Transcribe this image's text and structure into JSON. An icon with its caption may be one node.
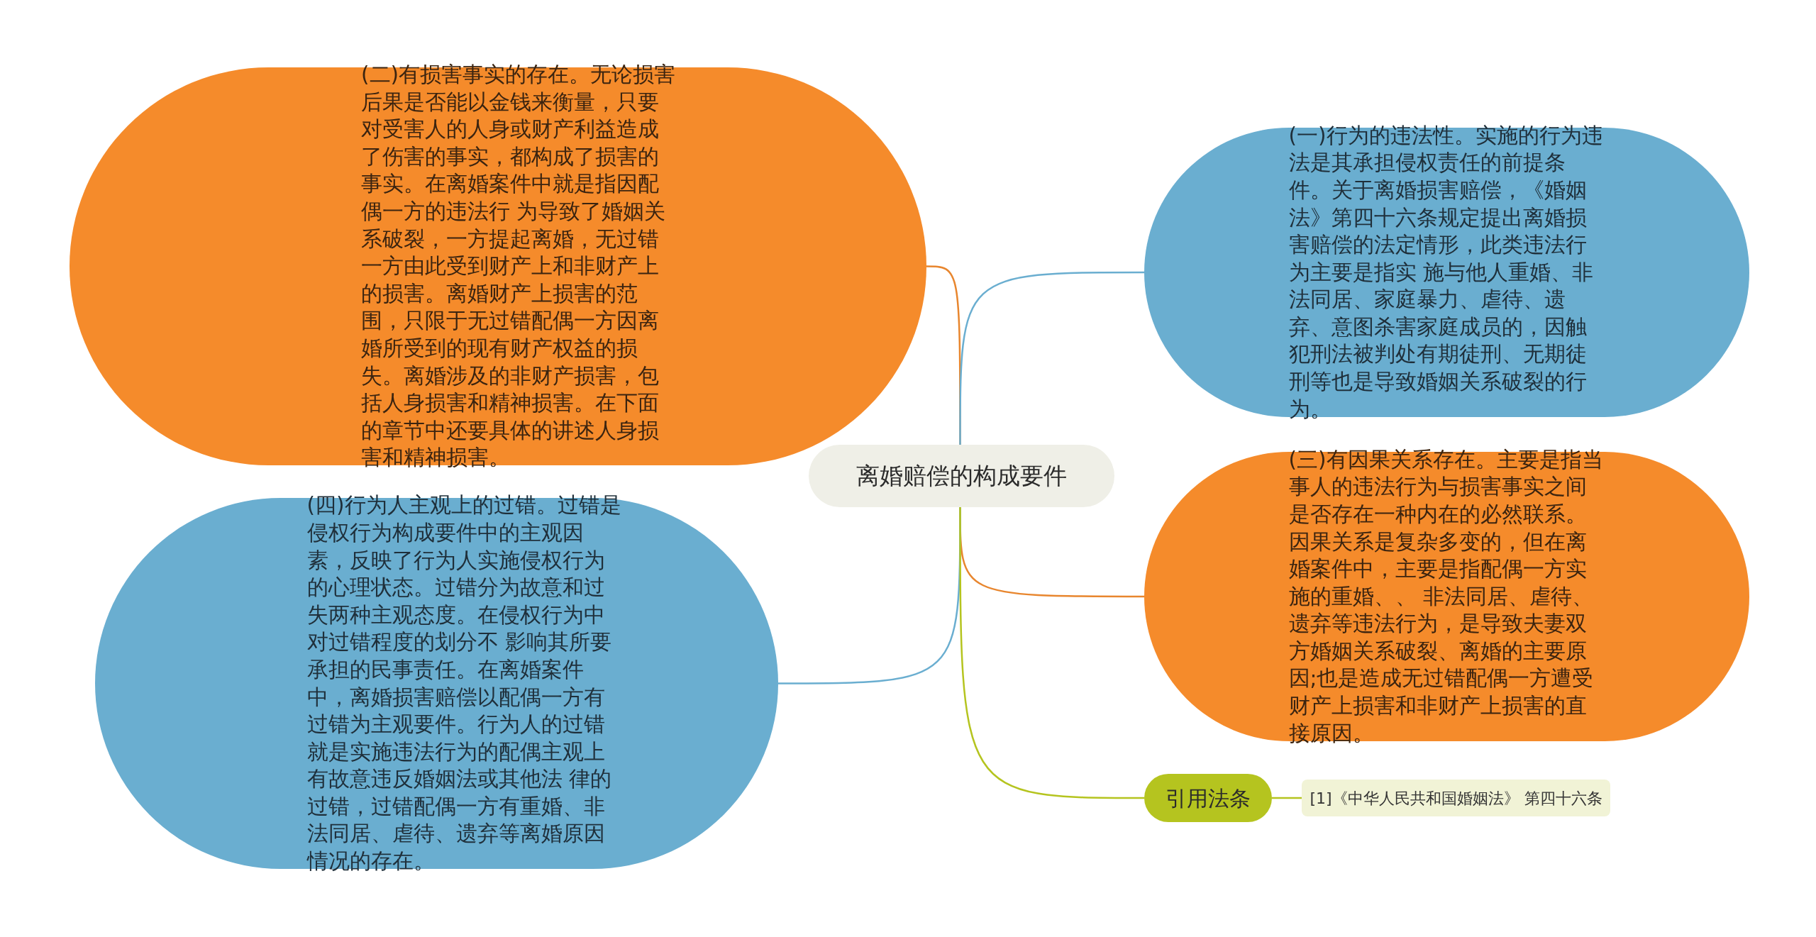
{
  "diagram": {
    "nodes": [
      {
        "text": [
          "离婚赔偿的构成要件"
        ]
      },
      {
        "text": [
          "(二)有损害事实的存在。无论损害后果是否能以金钱来衡量，只要对受害人的人身或财产利益造成了伤害的事实，都构成了损害的事实。在离婚案件中就是指因配偶一方的违法行 为导致了婚姻关系破裂，一方提起离婚，无过错一方由此受到财产上和非财产上的损害。离婚财产上损害的范围，只限于无过错配偶一方因离婚所受到的现有财产权益的损失。离婚涉及的非财产损害，包括人身损害和精神损害。在下面的章节中还要具体的讲述人身损害和精神损害。"
        ]
      },
      {
        "text": [
          "(一)行为的违法性。实施的行为违法是其承担侵权责任的前提条件。关于离婚损害赔偿，《婚姻法》第四十六条规定提出离婚损害赔偿的法定情形，此类违法行为主要是指实 施与他人重婚、非法同居、家庭暴力、虐待、遗弃、意图杀害家庭成员的，因触犯刑法被判处有期徒刑、无期徒刑等也是导致婚姻关系破裂的行为。"
        ]
      },
      {
        "text": [
          "(三)有因果关系存在。主要是指当事人的违法行为与损害事实之间是否存在一种内在的必然联系。因果关系是复杂多变的，但在离婚案件中，主要是指配偶一方实施的重婚、、 非法同居、虐待、遗弃等违法行为，是导致夫妻双方婚姻关系破裂、离婚的主要原因;也是造成无过错配偶一方遭受财产上损害和非财产上损害的直接原因。"
        ]
      },
      {
        "text": [
          "(四)行为人主观上的过错。过错是侵权行为构成要件中的主观因素，反映了行为人实施侵权行为的心理状态。过错分为故意和过失两种主观态度。在侵权行为中对过错程度的划分不 影响其所要承担的民事责任。在离婚案件中，离婚损害赔偿以配偶一方有过错为主观要件。行为人的过错就是实施违法行为的配偶主观上有故意违反婚姻法或其他法 律的过错，过错配偶一方有重婚、非法同居、虐待、遗弃等离婚原因情况的存在。"
        ]
      },
      {
        "text": [
          "引用法条"
        ]
      },
      {
        "text": [
          "[1]《中华人民共和国婚姻法》 第四十六条"
        ]
      }
    ],
    "edges": [
      {
        "from": 0,
        "to": 1,
        "arrow": "none",
        "color": "#e8862e"
      },
      {
        "from": 0,
        "to": 2,
        "arrow": "none",
        "color": "#6aaed0"
      },
      {
        "from": 0,
        "to": 3,
        "arrow": "none",
        "color": "#e8862e"
      },
      {
        "from": 0,
        "to": 4,
        "arrow": "none",
        "color": "#6aaed0"
      },
      {
        "from": 0,
        "to": 5,
        "arrow": "none",
        "color": "#b5c41f"
      },
      {
        "from": 5,
        "to": 6,
        "arrow": "none",
        "color": "#b5c41f"
      }
    ]
  }
}
